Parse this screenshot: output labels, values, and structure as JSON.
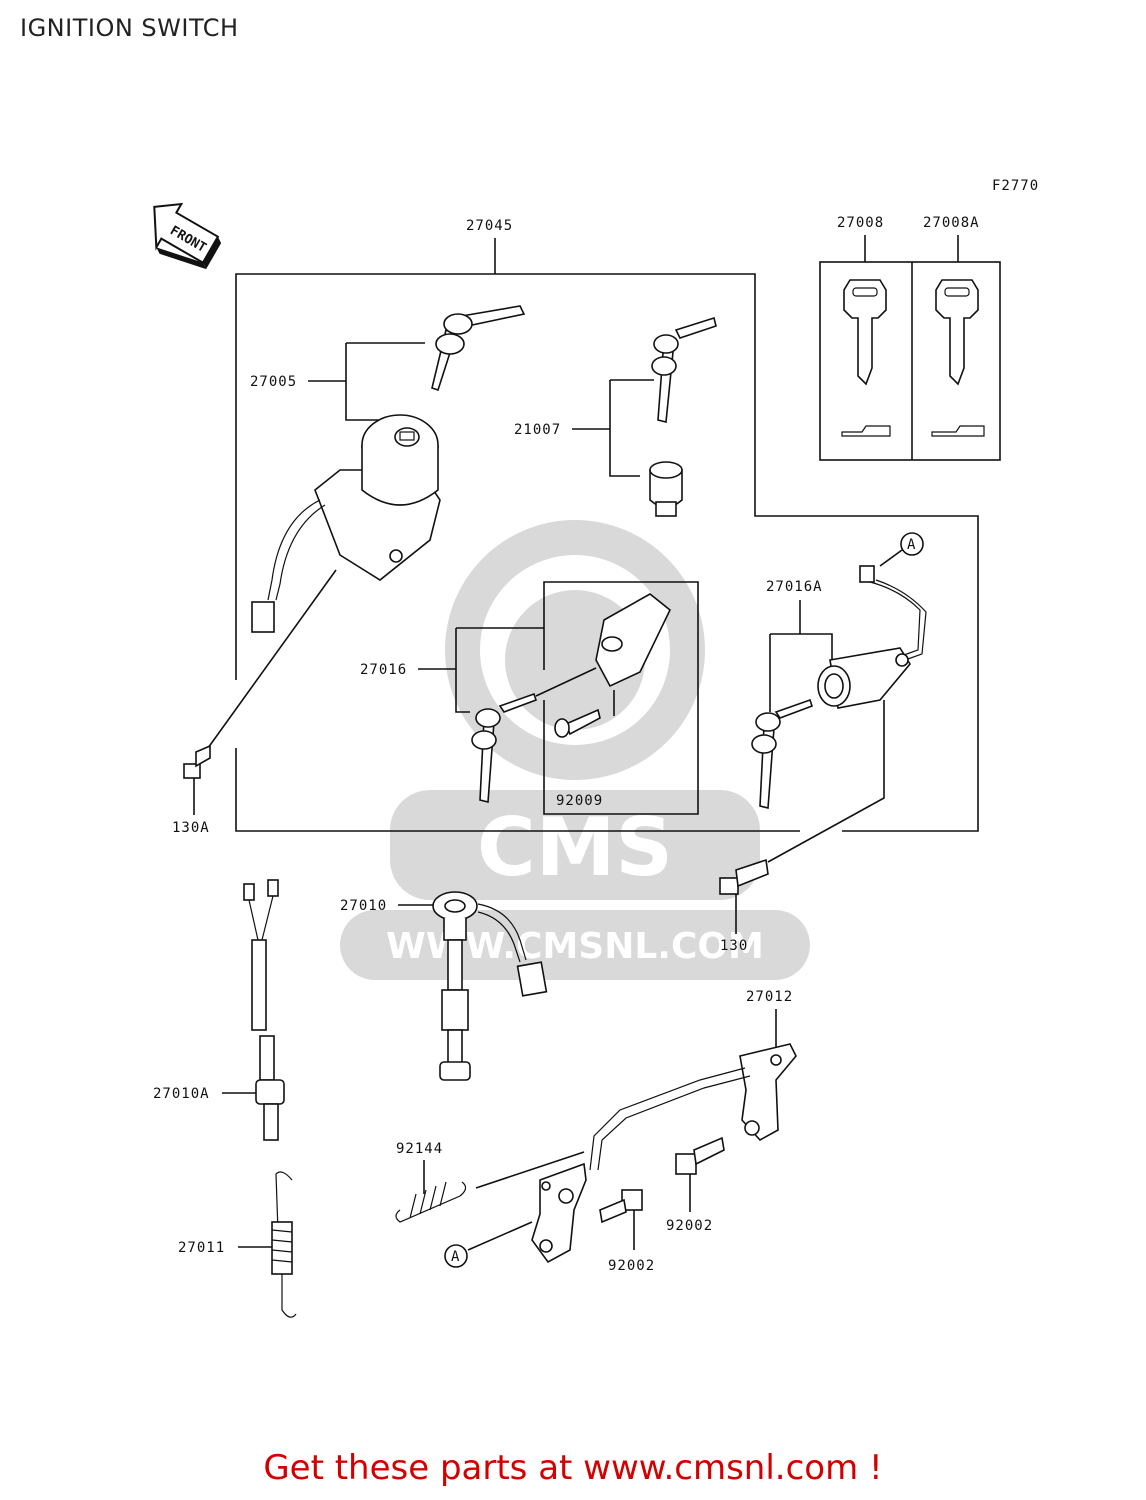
{
  "title": "IGNITION SWITCH",
  "figure_code": "F2770",
  "front_label": "FRONT",
  "watermark": {
    "brand": "CMS",
    "url": "WWW.CMSNL.COM"
  },
  "callout_letter": "A",
  "parts": {
    "p27045": "27045",
    "p27008": "27008",
    "p27008A": "27008A",
    "p27005": "27005",
    "p21007": "21007",
    "p27016": "27016",
    "p27016A": "27016A",
    "p92009": "92009",
    "p130A": "130A",
    "p130": "130",
    "p27010": "27010",
    "p27010A": "27010A",
    "p27012": "27012",
    "p92144": "92144",
    "p92002a": "92002",
    "p92002b": "92002",
    "p27011": "27011"
  },
  "footer": "Get these parts at www.cmsnl.com !"
}
